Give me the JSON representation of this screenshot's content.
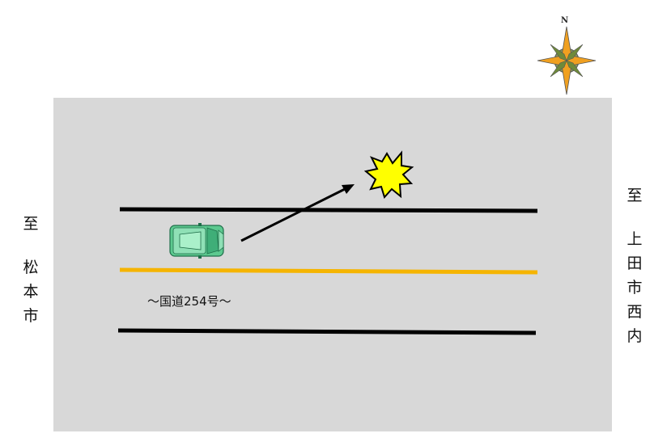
{
  "left_direction": {
    "prefix": "至",
    "chars": [
      "松",
      "本",
      "市"
    ]
  },
  "right_direction": {
    "prefix": "至",
    "chars": [
      "上",
      "田",
      "市",
      "西",
      "内"
    ]
  },
  "road_name": "～国道254号～",
  "compass": {
    "label": "N",
    "icon": "compass-rose-icon"
  },
  "colors": {
    "road_surface": "#d8d8d8",
    "road_edge_line": "#000000",
    "center_line": "#f5b400",
    "car_body": "#5cc98f",
    "impact_fill": "#ffff00"
  },
  "icons": [
    "car-icon",
    "movement-arrow-icon",
    "impact-burst-icon",
    "compass-rose-icon"
  ]
}
